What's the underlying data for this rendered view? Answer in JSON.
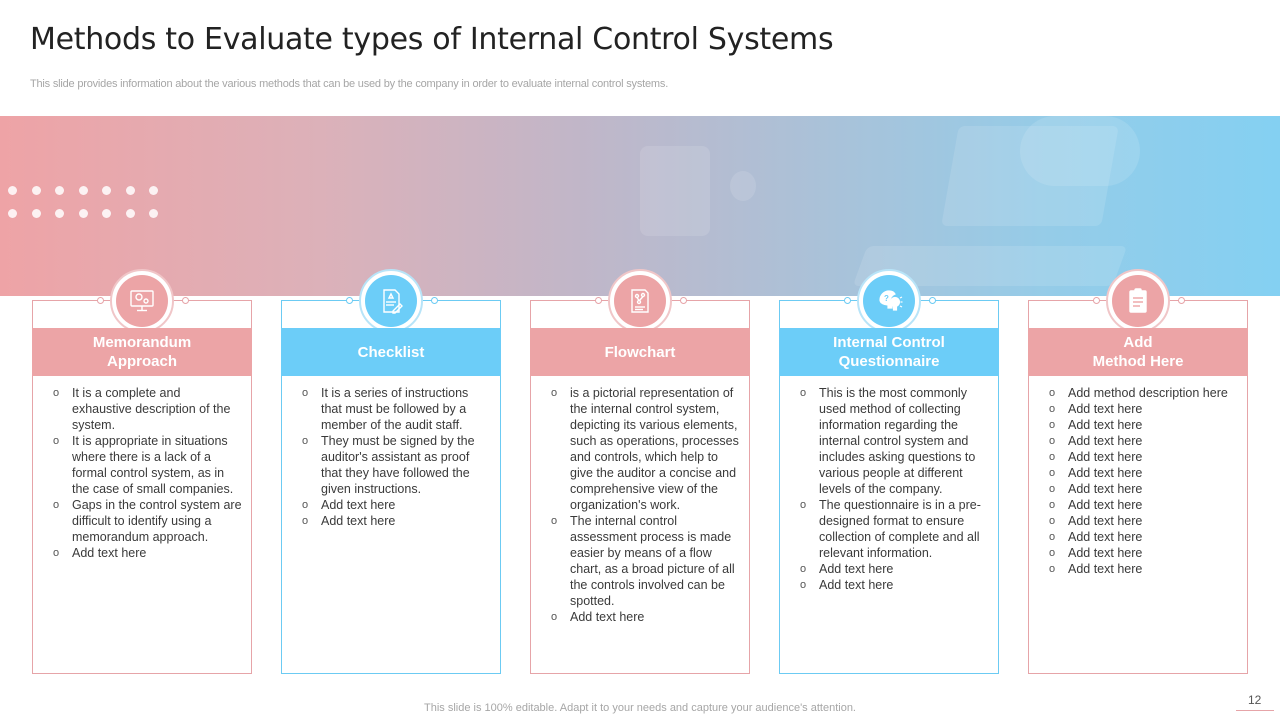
{
  "title": "Methods to Evaluate types of Internal Control Systems",
  "subtitle": "This slide provides information about the various methods that can be used by the company in order to evaluate internal control systems.",
  "colors": {
    "pink": "#eca4a6",
    "blue": "#6ccdf8"
  },
  "cards": [
    {
      "title": "Memorandum\nApproach",
      "theme": "pink",
      "icon": "monitor-settings-icon",
      "bullets": [
        "It is a complete and exhaustive description of the system.",
        "It is appropriate  in situations where there is a lack of a formal  control system, as in the case of small companies.",
        "Gaps in the control system are difficult to identify using a memorandum approach.",
        "Add text here"
      ]
    },
    {
      "title": "Checklist",
      "theme": "blue",
      "icon": "document-sign-icon",
      "bullets": [
        "It is a series of instructions that must be followed  by a member of the audit staff.",
        "They must be signed by the auditor's assistant as proof that they have followed the given instructions.",
        "Add text here",
        "Add text here"
      ]
    },
    {
      "title": "Flowchart",
      "theme": "pink",
      "icon": "flowchart-document-icon",
      "bullets": [
        "is a pictorial representation of the internal control system, depicting its various elements, such as operations, processes and controls, which help to give the auditor a concise and comprehensive view of the organization's work.",
        "The internal control assessment process is made easier by means of a flow chart, as a broad picture of all the controls involved  can be spotted.",
        "Add text here"
      ]
    },
    {
      "title": "Internal Control\nQuestionnaire",
      "theme": "blue",
      "icon": "brain-question-idea-icon",
      "bullets": [
        "This is the most commonly used method of collecting information regarding the internal control system and includes asking questions to various people at different levels of the company.",
        "The questionnaire  is in a pre-designed format to ensure collection of complete and all relevant information.",
        "Add text here",
        "Add text here"
      ]
    },
    {
      "title": "Add\nMethod Here",
      "theme": "pink",
      "icon": "clipboard-icon",
      "bullets": [
        "Add method description here",
        "Add text here",
        "Add text here",
        "Add text here",
        "Add text here",
        "Add text here",
        "Add text here",
        "Add text here",
        "Add text here",
        "Add text here",
        "Add text here",
        "Add text here"
      ]
    }
  ],
  "footer": "This slide is 100% editable. Adapt it to your needs and capture your audience's attention.",
  "page_number": "12"
}
